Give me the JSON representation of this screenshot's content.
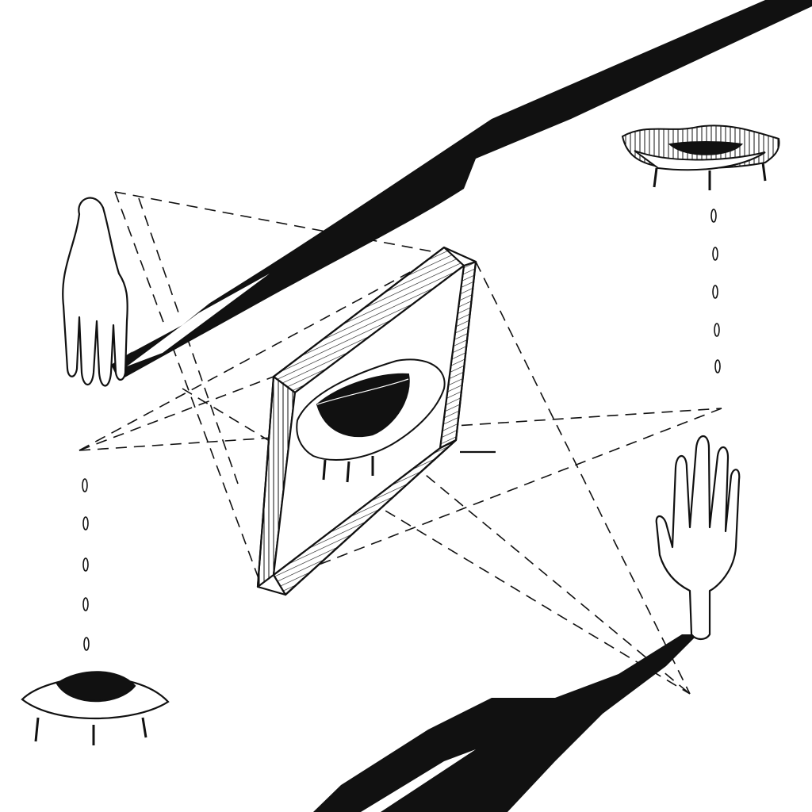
{
  "artwork": {
    "colors": {
      "paper": "#ffffff",
      "ink": "#111111"
    },
    "elements": [
      "hand-upper-left",
      "hand-lower-right",
      "shadow-upper",
      "shadow-lower",
      "eye-upper-right",
      "eye-lower-left",
      "center-frame",
      "eye-in-frame",
      "dashed-sight-lines",
      "tear-drops"
    ]
  }
}
